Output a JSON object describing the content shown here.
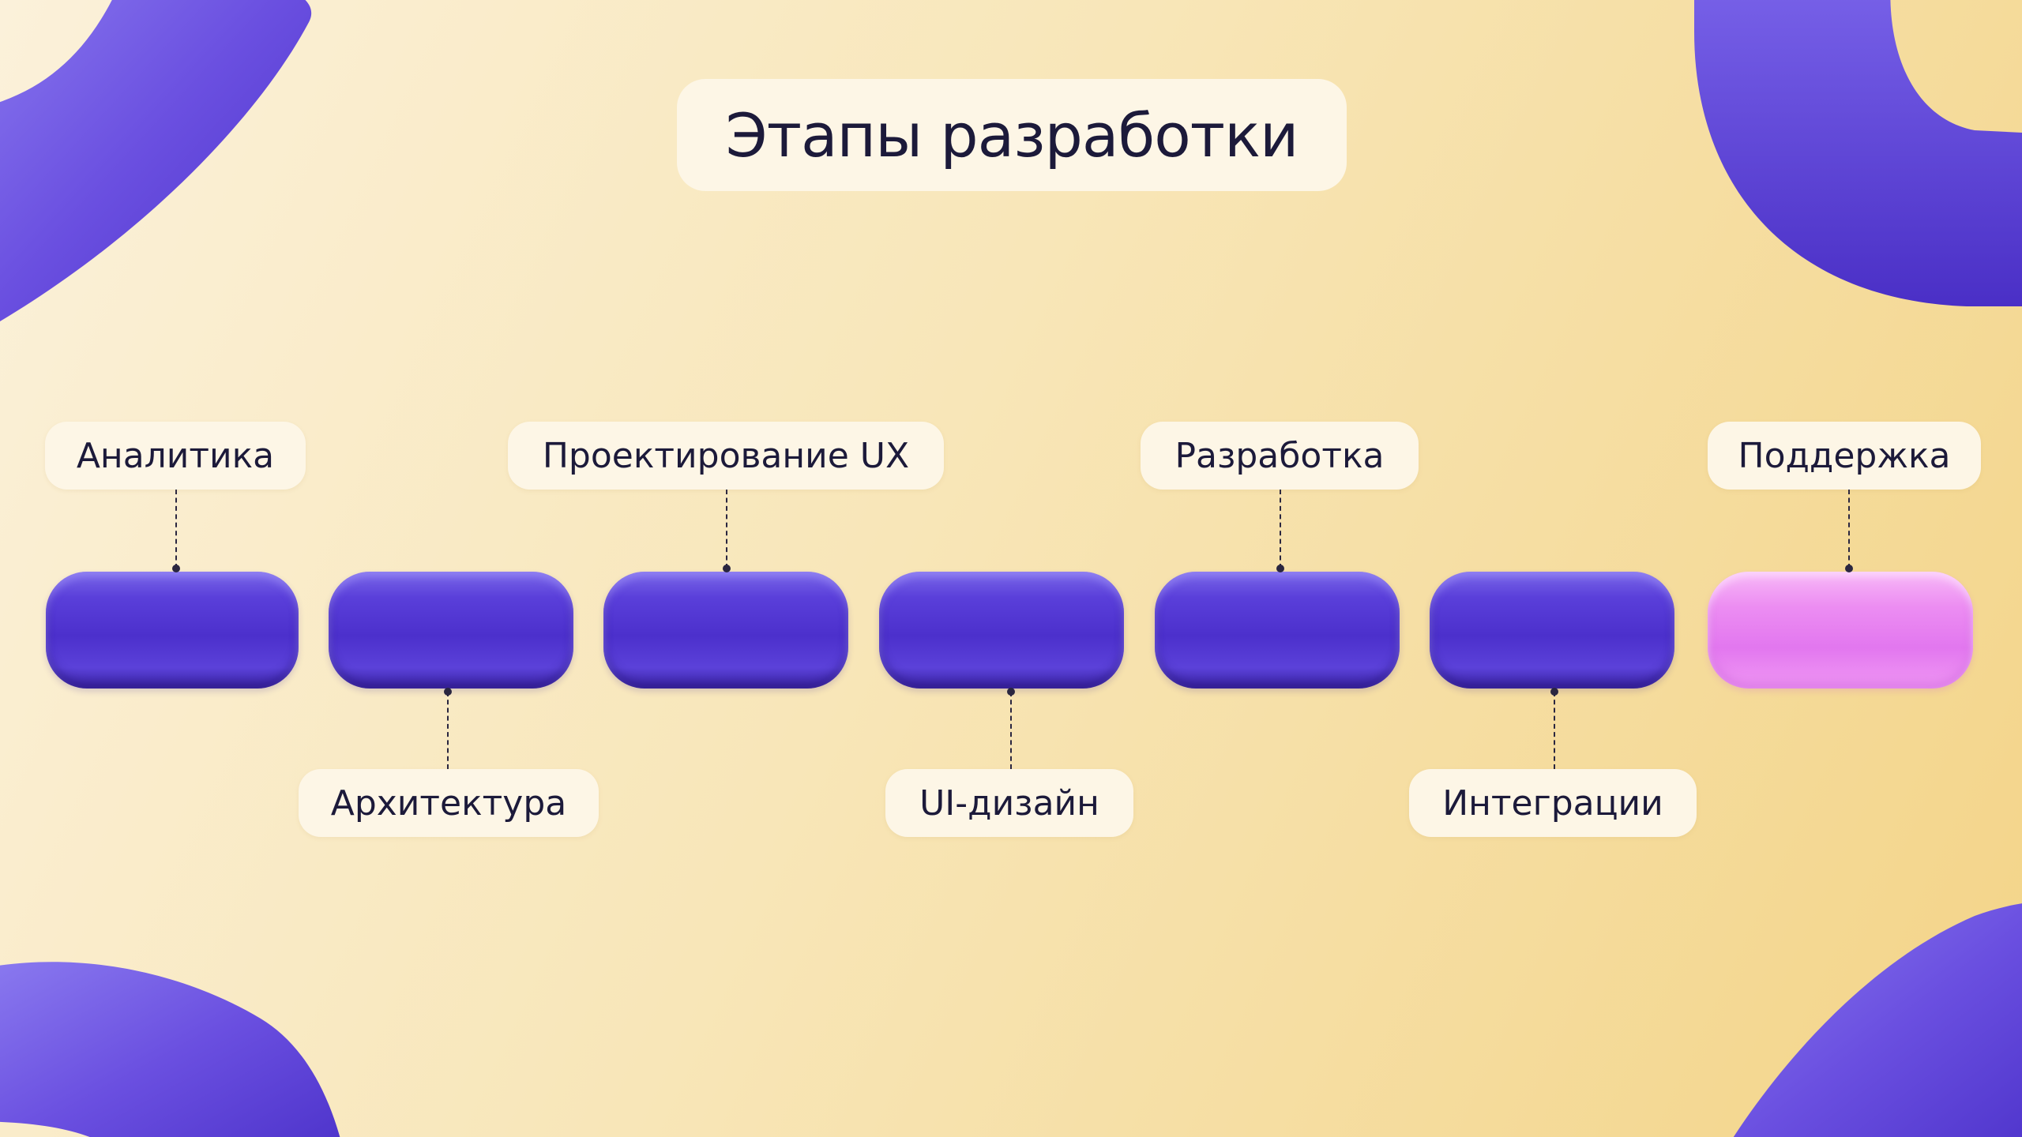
{
  "title": "Этапы разработки",
  "stages": [
    {
      "label": "Аналитика",
      "position": "top",
      "highlight": false
    },
    {
      "label": "Архитектура",
      "position": "bottom",
      "highlight": false
    },
    {
      "label": "Проектирование UX",
      "position": "top",
      "highlight": false
    },
    {
      "label": "UI-дизайн",
      "position": "bottom",
      "highlight": false
    },
    {
      "label": "Разработка",
      "position": "top",
      "highlight": false
    },
    {
      "label": "Интеграции",
      "position": "bottom",
      "highlight": false
    },
    {
      "label": "Поддержка",
      "position": "top",
      "highlight": true
    }
  ],
  "colors": {
    "background_light": "#fbf1da",
    "background_warm": "#f3d488",
    "pill_violet": "#4c30cc",
    "pill_pink": "#e277ef",
    "text_dark": "#1c1a3a",
    "label_bg": "#fdf6e6"
  }
}
